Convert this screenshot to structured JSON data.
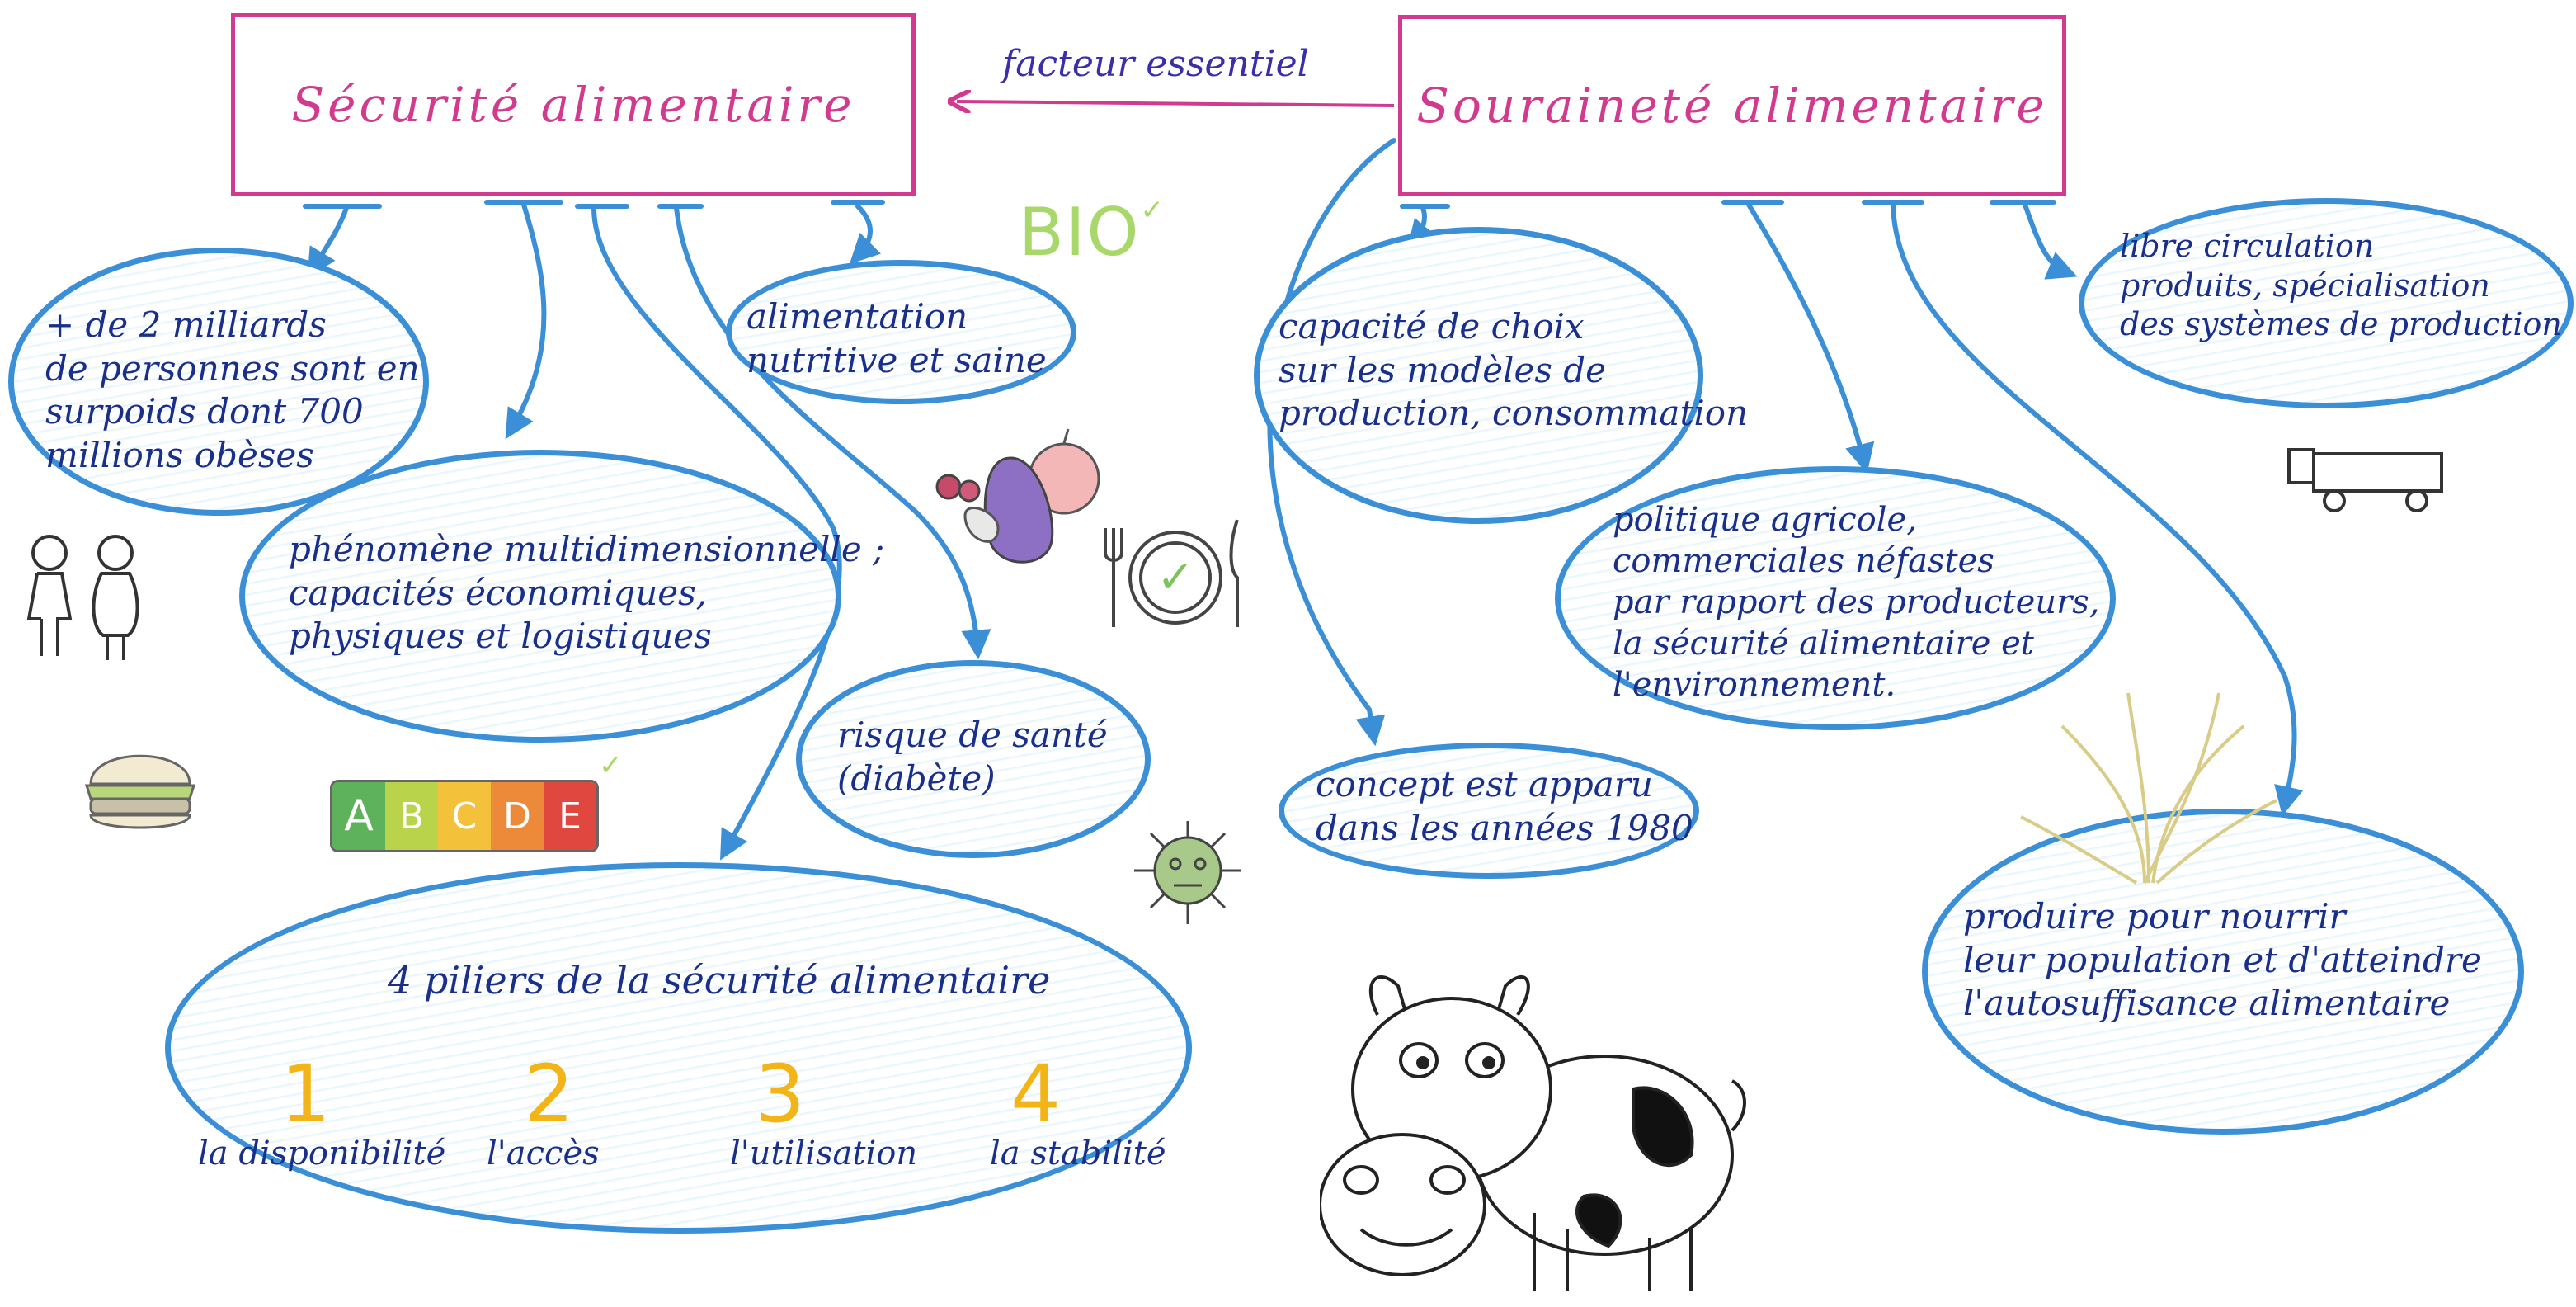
{
  "nodes": {
    "securite": "Sécurité alimentaire",
    "souverainete": "Souraineté alimentaire",
    "surpoids": [
      "+ de 2 milliards",
      "de personnes sont en",
      "surpoids dont 700",
      "millions obèses"
    ],
    "phenomene": [
      "phénomène multidimensionnelle ;",
      "capacités économiques,",
      "physiques et logistiques"
    ],
    "alimentation": [
      "alimentation",
      "nutritive et saine"
    ],
    "risque": [
      "risque de santé",
      "(diabète)"
    ],
    "piliers_title": "4 piliers de la sécurité alimentaire",
    "capacite": [
      "capacité de choix",
      "sur les modèles de",
      "production, consommation"
    ],
    "politique": [
      "politique agricole,",
      "commerciales néfastes",
      "par rapport des producteurs,",
      "la sécurité alimentaire et",
      "l'environnement."
    ],
    "concept": [
      "concept est apparu",
      "dans les années 1980"
    ],
    "libre": [
      "libre circulation",
      "produits, spécialisation",
      "des systèmes de production"
    ],
    "produire": [
      "produire pour nourrir",
      "leur population et d'atteindre",
      "l'autosuffisance alimentaire"
    ]
  },
  "edge_label": "facteur essentiel",
  "pillars": [
    {
      "num": "1",
      "label": "la disponibilité"
    },
    {
      "num": "2",
      "label": "l'accès"
    },
    {
      "num": "3",
      "label": "l'utilisation"
    },
    {
      "num": "4",
      "label": "la stabilité"
    }
  ],
  "doodles": {
    "bio": "BIO",
    "bio_check": "✓",
    "nutriscore": [
      "A",
      "B",
      "C",
      "D",
      "E"
    ],
    "nutri_check": "✓",
    "plate_check": "✓"
  },
  "colors": {
    "pink": "#d23a8f",
    "blue": "#3a8fd6",
    "ink": "#1a2f8a",
    "yellow": "#f2b416",
    "green": "#a9d86a"
  }
}
